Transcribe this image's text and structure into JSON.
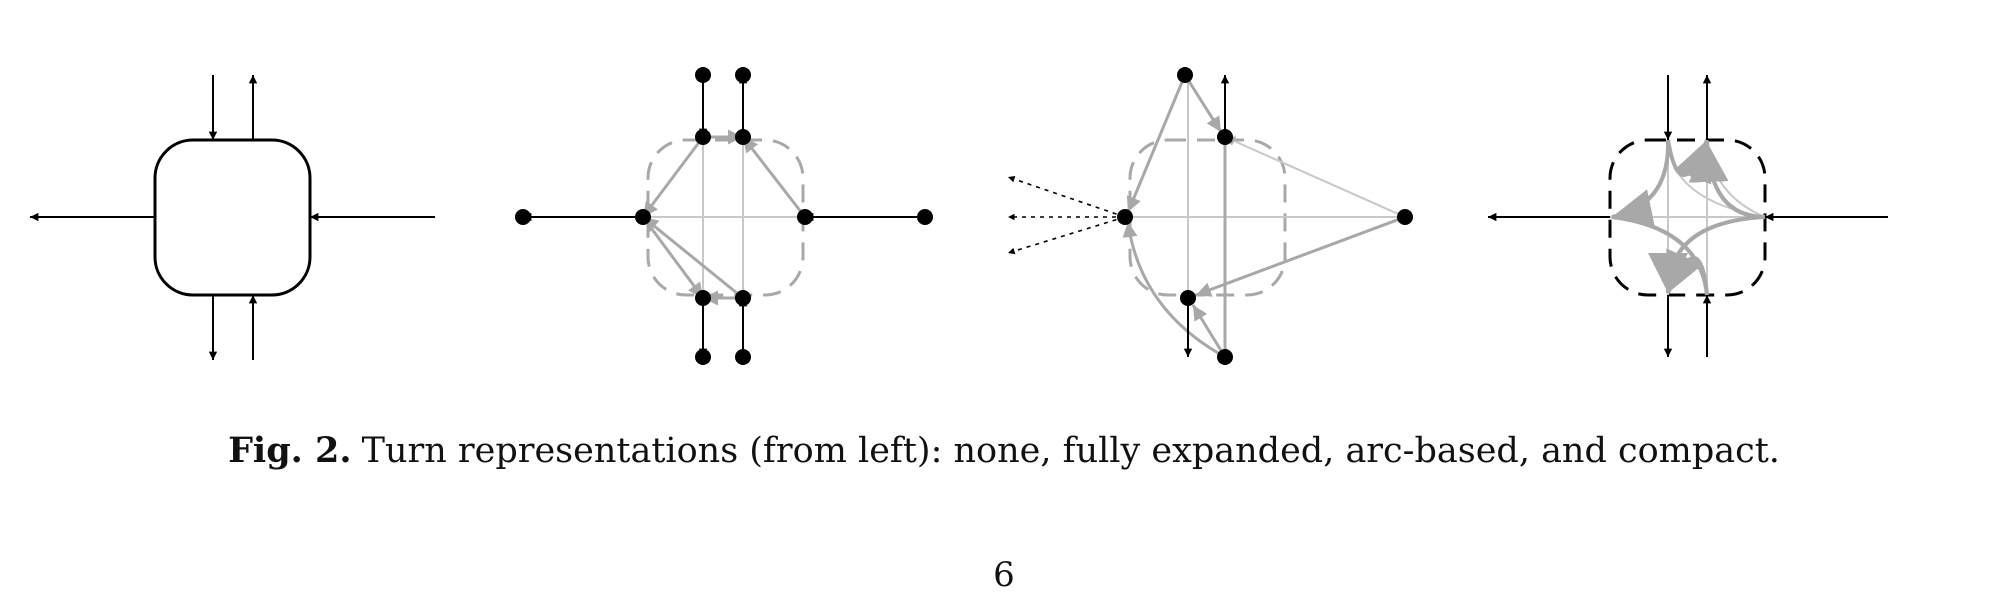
{
  "caption": {
    "label": "Fig. 2.",
    "text": "Turn representations (from left): none, fully expanded, arc-based, and compact."
  },
  "page_number": "6",
  "panels": [
    "none",
    "fully expanded",
    "arc-based",
    "compact"
  ],
  "colors": {
    "ink": "#000000",
    "gray": "#a8a8a8",
    "light_gray": "#c8c8c8"
  }
}
